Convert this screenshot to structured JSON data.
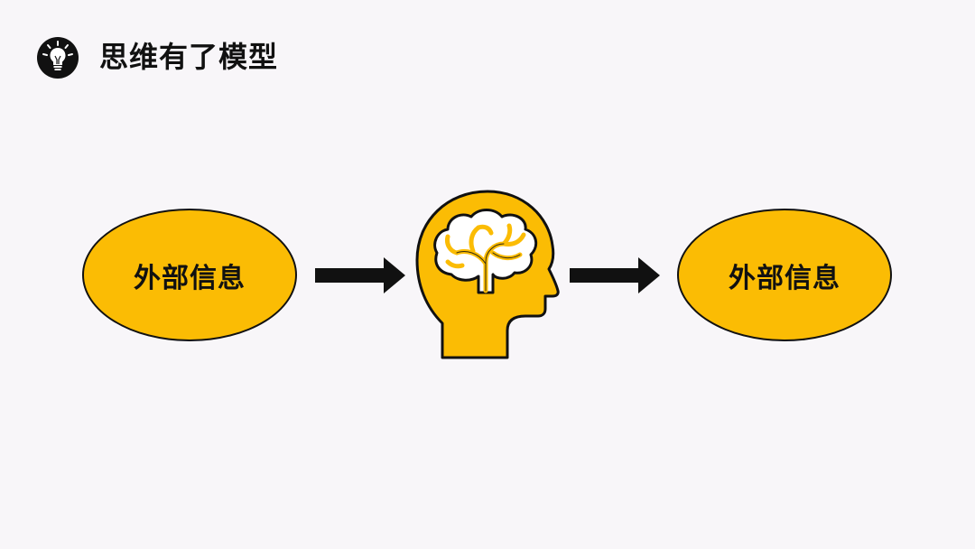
{
  "header": {
    "title": "思维有了模型",
    "icon": "lightbulb-icon"
  },
  "diagram": {
    "left_node": {
      "label": "外部信息"
    },
    "center_node": {
      "icon": "brain-head-icon"
    },
    "right_node": {
      "label": "外部信息"
    },
    "arrows": [
      "arrow-right-icon",
      "arrow-right-icon"
    ]
  },
  "colors": {
    "background": "#f8f6f9",
    "accent": "#fbbc04",
    "outline": "#111111"
  }
}
